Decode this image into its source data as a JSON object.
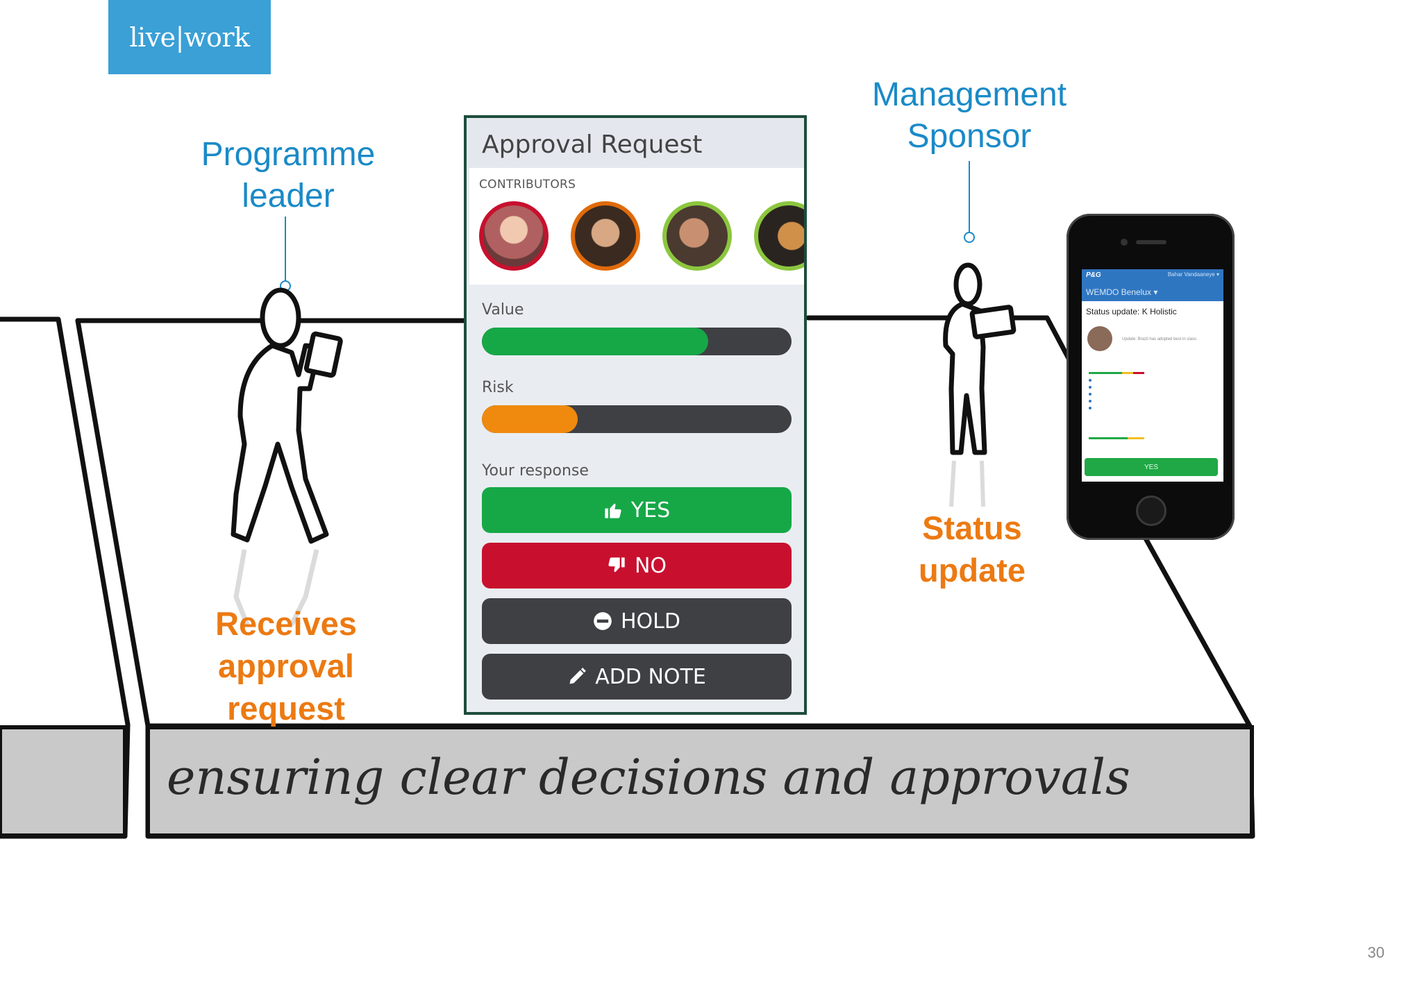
{
  "brand": {
    "logo_text": "live|work"
  },
  "roles": {
    "left": {
      "line1": "Programme",
      "line2": "leader"
    },
    "right": {
      "line1": "Management",
      "line2": "Sponsor"
    }
  },
  "actions": {
    "left": {
      "line1": "Receives",
      "line2": "approval",
      "line3": "request"
    },
    "right": {
      "line1": "Status",
      "line2": "update"
    }
  },
  "approval_panel": {
    "title": "Approval Request",
    "contributors_label": "CONTRIBUTORS",
    "contributor_ring_colors": [
      "#c8102e",
      "#e06a0a",
      "#8cc63f",
      "#8cc63f"
    ],
    "value_label": "Value",
    "value_level": 0.73,
    "value_color": "#16a847",
    "risk_label": "Risk",
    "risk_level": 0.31,
    "risk_color": "#f08a0e",
    "response_label": "Your response",
    "buttons": {
      "yes": {
        "label": "YES",
        "icon": "thumbs-up-icon",
        "color": "#16a847"
      },
      "no": {
        "label": "NO",
        "icon": "thumbs-down-icon",
        "color": "#c8102e"
      },
      "hold": {
        "label": "HOLD",
        "icon": "minus-circle-icon",
        "color": "#3f4044"
      },
      "add_note": {
        "label": "ADD NOTE",
        "icon": "pencil-icon",
        "color": "#3f4044"
      }
    }
  },
  "phone": {
    "brand": "P&G",
    "user": "Bahar Vandaaneye ▾",
    "menu": "WEMDO Benelux ▾",
    "status": "Status update: K Holistic",
    "update": "Update: Brazil has adopted best in class",
    "yes_label": "YES"
  },
  "banner": {
    "text": "ensuring clear decisions and approvals"
  },
  "page_number": "30"
}
